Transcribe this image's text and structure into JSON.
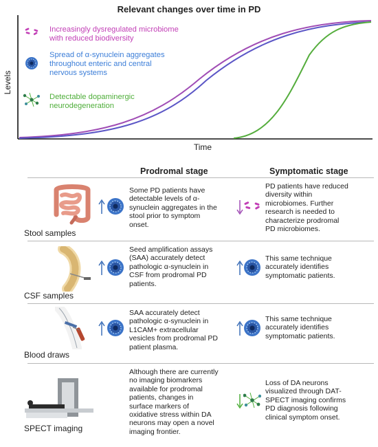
{
  "title": "Relevant changes over time in PD",
  "chart": {
    "ylabel": "Levels",
    "xlabel": "Time",
    "legend": [
      {
        "text_lines": [
          "Increasingly dysregulated microbiome",
          "with reduced biodiversity"
        ],
        "color": "#c23fb6",
        "icon": "microbe-icon"
      },
      {
        "text_lines": [
          "Spread of α-synuclein aggregates",
          "throughout enteric and central",
          "nervous systems"
        ],
        "color": "#3c7ed8",
        "icon": "synuclein-aggregate-icon"
      },
      {
        "text_lines": [
          "Detectable dopaminergic",
          "neurodegeneration"
        ],
        "color": "#4fae3a",
        "icon": "neuron-network-icon"
      }
    ],
    "curve_colors": {
      "microbiome": "#a04db5",
      "synuclein": "#5b56c6",
      "neurodegeneration": "#55ad3d"
    }
  },
  "table": {
    "prodromal_header": "Prodromal stage",
    "symptomatic_header": "Symptomatic stage",
    "rows": [
      {
        "label": "Stool samples",
        "icon": "intestine-icon",
        "prodromal_lines": [
          "Some PD patients have",
          "detectable levels of α-",
          "synuclein aggregates in the",
          "stool prior to symptom",
          "onset."
        ],
        "symptomatic_lines": [
          "PD patients have reduced",
          "diversity within",
          "microbiomes. Further",
          "research is needed to",
          "characterize prodromal",
          "PD microbiomes."
        ],
        "prodromal_trend": "up",
        "symptomatic_trend": "down",
        "prodromal_icon": "synuclein-aggregate-icon",
        "symptomatic_icon": "microbe-icon"
      },
      {
        "label": "CSF samples",
        "icon": "spine-needle-icon",
        "prodromal_lines": [
          "Seed amplification assays",
          "(SAA) accurately detect",
          "pathologic α-synuclein in",
          "CSF from prodromal PD",
          "patients."
        ],
        "symptomatic_lines": [
          "This same technique",
          "accurately identifies",
          "symptomatic patients."
        ],
        "prodromal_trend": "up",
        "symptomatic_trend": "up",
        "prodromal_icon": "synuclein-aggregate-icon",
        "symptomatic_icon": "synuclein-aggregate-icon"
      },
      {
        "label": "Blood draws",
        "icon": "arm-blood-draw-icon",
        "prodromal_lines": [
          "SAA accurately detect",
          "pathologic α-synuclein in",
          "L1CAM+ extracellular",
          "vesicles from prodromal PD",
          "patient plasma."
        ],
        "symptomatic_lines": [
          "This same technique",
          "accurately identifies",
          "symptomatic patients."
        ],
        "prodromal_trend": "up",
        "symptomatic_trend": "up",
        "prodromal_icon": "synuclein-aggregate-icon",
        "symptomatic_icon": "synuclein-aggregate-icon"
      },
      {
        "label": "SPECT imaging",
        "icon": "spect-scanner-icon",
        "prodromal_lines": [
          "Although there are currently",
          "no imaging biomarkers",
          "available for prodromal",
          "patients, changes in",
          "surface markers of",
          "oxidative stress within DA",
          "neurons may open a novel",
          "imaging frontier."
        ],
        "symptomatic_lines": [
          "Loss of DA neurons",
          "visualized through DAT-",
          "SPECT imaging confirms",
          "PD diagnosis following",
          "clinical symptom onset."
        ],
        "prodromal_trend": "none",
        "symptomatic_trend": "down",
        "prodromal_icon": "",
        "symptomatic_icon": "neuron-network-icon"
      }
    ]
  },
  "colors": {
    "blue_arrow": "#3c6fb8",
    "purple_arrow": "#a04db5",
    "green_arrow": "#4fae3a",
    "divider": "#b8b8b8"
  }
}
